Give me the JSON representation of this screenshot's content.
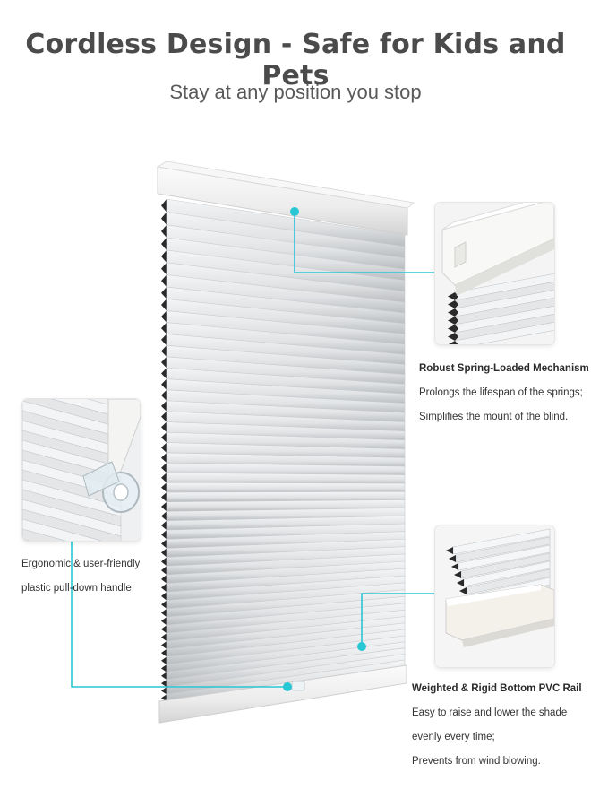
{
  "header": {
    "title": "Cordless Design - Safe for Kids and Pets",
    "subtitle": "Stay at any position you stop"
  },
  "callouts": {
    "top_right": {
      "heading": "Robust Spring-Loaded Mechanism",
      "lines": [
        "Prolongs the lifespan of the springs;",
        "Simplifies the mount of the blind."
      ]
    },
    "left": {
      "lines": [
        "Ergonomic & user-friendly",
        "plastic pull-down handle"
      ]
    },
    "bottom_right": {
      "heading": "Weighted & Rigid Bottom PVC Rail",
      "lines": [
        "Easy to raise and lower the shade",
        "evenly every time;",
        "Prevents from wind blowing."
      ]
    }
  },
  "colors": {
    "accent": "#29c6d4",
    "text_dark": "#4b4b4b",
    "pleat_light": "#f2f3f4",
    "pleat_shadow": "#b9bcbf",
    "cell_dark": "#2a2a2a"
  },
  "icons": [
    "shade-illustration",
    "headrail-closeup-photo",
    "handle-closeup-photo",
    "bottomrail-closeup-photo"
  ]
}
